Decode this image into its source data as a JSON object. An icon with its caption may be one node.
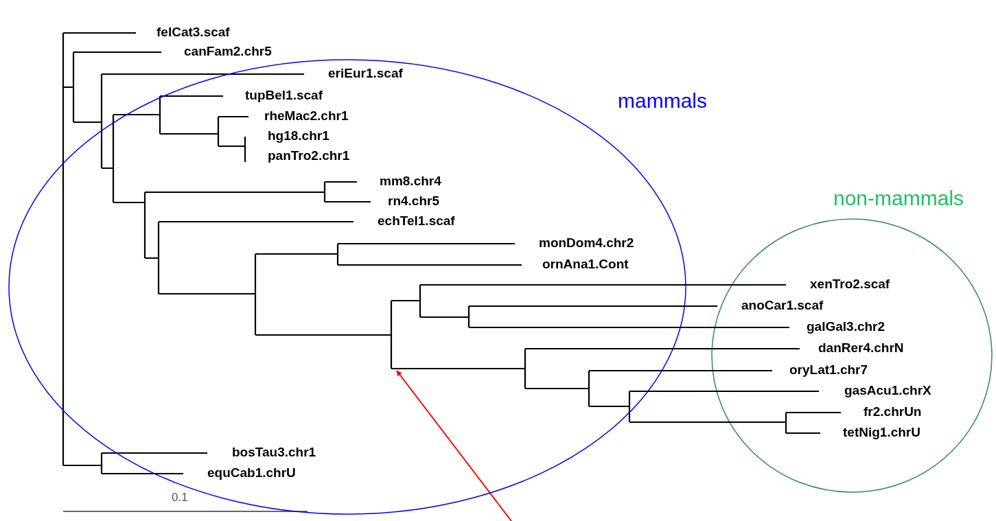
{
  "diagram": {
    "nodes": [
      {
        "text": [
          "mammals"
        ]
      },
      {
        "text": [
          "non-mammals"
        ]
      },
      {
        "text": [],
        "shape": "picture"
      }
    ],
    "edges": [
      {
        "from": null,
        "to": 2,
        "arrow": "to",
        "color": "#ff0000"
      }
    ],
    "labels": [
      "felCat3.scaf",
      "canFam2.chr5",
      "eriEur1.scaf",
      "tupBel1.scaf",
      "rheMac2.chr1",
      "hg18.chr1",
      "panTro2.chr1",
      "mm8.chr4",
      "rn4.chr5",
      "echTel1.scaf",
      "monDom4.chr2",
      "ornAna1.Cont",
      "xenTro2.scaf",
      "anoCar1.scaf",
      "galGal3.chr2",
      "danRer4.chrN",
      "oryLat1.chr7",
      "gasAcu1.chrX",
      "fr2.chrUn",
      "tetNig1.chrU",
      "bosTau3.chr1",
      "equCab1.chrU",
      "0.1"
    ]
  }
}
